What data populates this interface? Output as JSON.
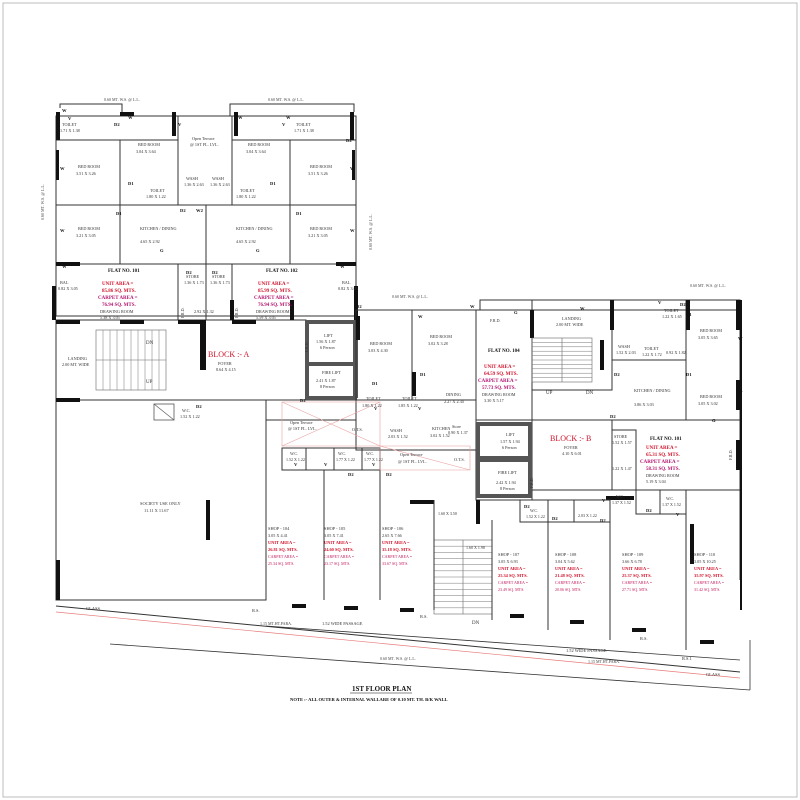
{
  "frame_color": "#bdbdbd",
  "wall_color": "#111111",
  "unit_area_color": "#d0122a",
  "carpet_area_color": "#b3126e",
  "title": "1ST FLOOR PLAN",
  "note": "NOTE :- ALL OUTER & INTERNAL WALLARE OF 0.10 MT. TH. B/K WALL",
  "dims": {
    "ws_top_left": "0.60 MT. W.S. @ L.L.",
    "ws_top_mid": "0.60 MT. W.S. @ L.L.",
    "ws_mid": "0.60 MT. W.S. @ L.L.",
    "ws_right": "0.60 MT. W.S. @ L.L.",
    "ws_bottom": "0.60 MT. W.S. @ L.L.",
    "ws_left": "0.60 MT. W.S. @ L.L.",
    "ws_right_side": "0.60 MT. W.S. @ L.L.",
    "para_bottom": "1.15 MT.HT.PARA.",
    "para_bottom2": "1.15 MT.HT.PARA."
  },
  "block_a": {
    "name": "BLOCK :- A",
    "foyer": "FOYER",
    "foyer_dim": "8.64 X 4.15",
    "passage_dim": "2.92 X 1.32",
    "landing": "LANDING",
    "landing_dim": "2.00 MT. WIDE",
    "dn": "DN",
    "up": "UP",
    "lift": "LIFT",
    "lift_dim": "1.56 X 1.87",
    "lift_cap": "6 Person",
    "fire_lift": "FIRE LIFT",
    "fire_lift_dim": "2.41 X 1.87",
    "fire_lift_cap": "8 Person",
    "wc": "W.C.",
    "wc_dim": "1.52 X 1.22",
    "open_terrace": "Open Terrace",
    "open_terrace_lvl": "@ 1ST FL. LVL.",
    "flat_101": {
      "label": "FLAT NO. 101",
      "unit_area": "UNIT AREA =",
      "unit_val": "85.86 SQ. MTS.",
      "carpet_area": "CARPET AREA =",
      "carpet_val": "76.94 SQ. MTS.",
      "drawing": "DRAWING ROOM",
      "drawing_dim": "5.38 X 3.05",
      "toilet1": "TOILET",
      "toilet1_dim": "1.71 X 1.38",
      "bed1": "BED ROOM",
      "bed1_dim": "3.04 X 3.64",
      "bed2": "BED ROOM",
      "bed2_dim": "3.51 X 3.26",
      "toilet2": "TOILET",
      "toilet2_dim": "1.80 X 1.22",
      "kitchen": "KITCHEN / DINING",
      "kitchen_dim": "4.65 X 2.92",
      "bed3": "BED ROOM",
      "bed3_dim": "3.21 X 3.05",
      "store": "STORE",
      "store_dim": "1.36 X 1.73",
      "bal": "BAL",
      "bal_dim": "0.82 X 3.05",
      "wash": "WASH",
      "wash_dim": "1.36 X 2.63"
    },
    "flat_102": {
      "label": "FLAT NO. 102",
      "unit_area": "UNIT AREA =",
      "unit_val": "85.99 SQ. MTS.",
      "carpet_area": "CARPET AREA =",
      "carpet_val": "76.94 SQ. MTS.",
      "drawing": "DRAWING ROOM",
      "drawing_dim": "5.59 X 3.05",
      "toilet1": "TOILET",
      "toilet1_dim": "1.71 X 1.38",
      "bed1": "BED ROOM",
      "bed1_dim": "3.04 X 3.64",
      "bed2": "BED ROOM",
      "bed2_dim": "3.51 X 3.26",
      "toilet2": "TOILET",
      "toilet2_dim": "1.80 X 1.22",
      "kitchen": "KITCHEN / DINING",
      "kitchen_dim": "4.65 X 2.92",
      "bed3": "BED ROOM",
      "bed3_dim": "3.21 X 3.05",
      "store": "STORE",
      "store_dim": "1.36 X 1.73",
      "bal": "BAL",
      "bal_dim": "0.82 X 3.05",
      "wash": "WASH",
      "wash_dim": "1.36 X 2.63"
    },
    "society": "SOCIETY USE ONLY",
    "society_dim": "11.11 X 11.67"
  },
  "block_b": {
    "name": "BLOCK :- B",
    "foyer": "FOYER",
    "foyer_dim": "4.10 X 6.01",
    "landing": "LANDING",
    "landing_dim": "2.00 MT. WIDE",
    "up": "UP",
    "dn": "DN",
    "lift": "LIFT",
    "lift_dim": "1.57 X 1.94",
    "lift_cap": "6 Person",
    "fire_lift": "FIRE LIFT",
    "fire_lift_dim": "2.42 X 1.94",
    "fire_lift_cap": "8 Person",
    "store": "Store",
    "store_dim": "0.90 X 1.37",
    "flat_104": {
      "label": "FLAT NO. 104",
      "unit_area": "UNIT AREA =",
      "unit_val": "64.59 SQ. MTS.",
      "carpet_area": "CARPET AREA =",
      "carpet_val": "57.73 SQ. MTS.",
      "drawing": "DRAWING ROOM",
      "drawing_dim": "3.30 X 5.17",
      "bed1": "BED ROOM",
      "bed1_dim": "3.03 X 4.30",
      "bed2": "BED ROOM",
      "bed2_dim": "3.02 X 3.28",
      "dining": "DINING",
      "dining_dim": "2.27 X 2.34",
      "kitchen": "KITCHEN",
      "kitchen_dim": "3.02 X 1.52",
      "toilet1": "TOILET",
      "toilet1_dim": "1.80 X 1.22",
      "toilet2": "TOILET",
      "toilet2_dim": "1.85 X 1.22",
      "wash": "WASH",
      "wash_dim": "2.03 X 1.52"
    },
    "flat_101b": {
      "label": "FLAT NO. 101",
      "unit_area": "UNIT AREA =",
      "unit_val": "65.31 SQ. MTS.",
      "carpet_area": "CARPET AREA =",
      "carpet_val": "58.31 SQ. MTS.",
      "drawing": "DRAWING ROOM",
      "drawing_dim": "5.19 X 3.04",
      "bed1": "BED ROOM",
      "bed1_dim": "3.05 X 3.65",
      "bed2": "BED ROOM",
      "bed2_dim": "3.05 X 3.02",
      "kitchen": "KITCHEN / DINING",
      "kitchen_dim": "3.86 X 3.03",
      "toilet1": "TOILET",
      "toilet1_dim": "1.22 X 1.65",
      "toilet2": "TOILET",
      "toilet2_dim": "1.22 X 1.72",
      "wash": "WASH",
      "wash_dim": "1.52 X 2.03",
      "store": "STORE",
      "store_dim": "1.52 X 1.57",
      "small": "1.22 X 1.47",
      "bal_dim": "0.92 X 1.82"
    }
  },
  "terrace2": "Open Terrace",
  "terrace2_lvl": "@ 1ST FL. LVL.",
  "ots": "O.T.S.",
  "wc_units": [
    {
      "label": "W.C.",
      "dim": "1.52 X 1.22"
    },
    {
      "label": "W.C.",
      "dim": "1.77 X 1.22"
    },
    {
      "label": "W.C.",
      "dim": "1.77 X 1.22"
    }
  ],
  "wc_units_b": [
    {
      "label": "W.C.",
      "dim": "1.52 X 1.22"
    },
    {
      "label": "W.C.",
      "dim": "1.37 X 1.52"
    },
    {
      "label": "W.C.",
      "dim": "1.37 X 1.52"
    }
  ],
  "passage_b_dim": "2.03 X 1.22",
  "passage_c_dim": "1.60 X 3.50",
  "passage_d_dim": "1.60 X 1.98",
  "shops": [
    {
      "name": "SHOP - 104",
      "dim": "3.05 X 4.41",
      "unit": "UNIT AREA =",
      "unit_val": "26.81 SQ. MTS.",
      "carpet": "CARPET AREA =",
      "carpet_val": "25.34 SQ. MTS."
    },
    {
      "name": "SHOP - 105",
      "dim": "3.05 X 7.41",
      "unit": "UNIT AREA =",
      "unit_val": "24.60 SQ. MTS.",
      "carpet": "CARPET AREA =",
      "carpet_val": "23.17 SQ. MTS."
    },
    {
      "name": "SHOP - 106",
      "dim": "2.65 X 7.66",
      "unit": "UNIT AREA =",
      "unit_val": "35.18 SQ. MTS.",
      "carpet": "CARPET AREA =",
      "carpet_val": "33.67 SQ. MTS."
    },
    {
      "name": "SHOP - 107",
      "dim": "3.05 X 6.93",
      "unit": "UNIT AREA =",
      "unit_val": "25.34 SQ. MTS.",
      "carpet": "CARPET AREA =",
      "carpet_val": "23.49 SQ. MTS."
    },
    {
      "name": "SHOP - 108",
      "dim": "3.04 X 5.62",
      "unit": "UNIT AREA =",
      "unit_val": "21.48 SQ. MTS.",
      "carpet": "CARPET AREA =",
      "carpet_val": "20.06 SQ. MTS."
    },
    {
      "name": "SHOP - 109",
      "dim": "3.66 X 6.78",
      "unit": "UNIT AREA =",
      "unit_val": "25.37 SQ. MTS.",
      "carpet": "CARPET AREA =",
      "carpet_val": "27.71 SQ. MTS."
    },
    {
      "name": "SHOP - 110",
      "dim": "3.05 X 10.25",
      "unit": "UNIT AREA =",
      "unit_val": "35.97 SQ. MTS.",
      "carpet": "CARPET AREA =",
      "carpet_val": "31.42 SQ. MTS."
    }
  ],
  "passage_a": "1.52 WIDE PASSAGE",
  "passage_b": "1.52 WIDE PASSAGE",
  "glass": "GLASS",
  "glass2": "GLASS",
  "rs": "R.S.",
  "rs1": "R.S.1",
  "frd": "F.R.D.",
  "w": "W",
  "g": "G",
  "d1": "D1",
  "d2": "D2",
  "w2": "W2",
  "v": "V"
}
